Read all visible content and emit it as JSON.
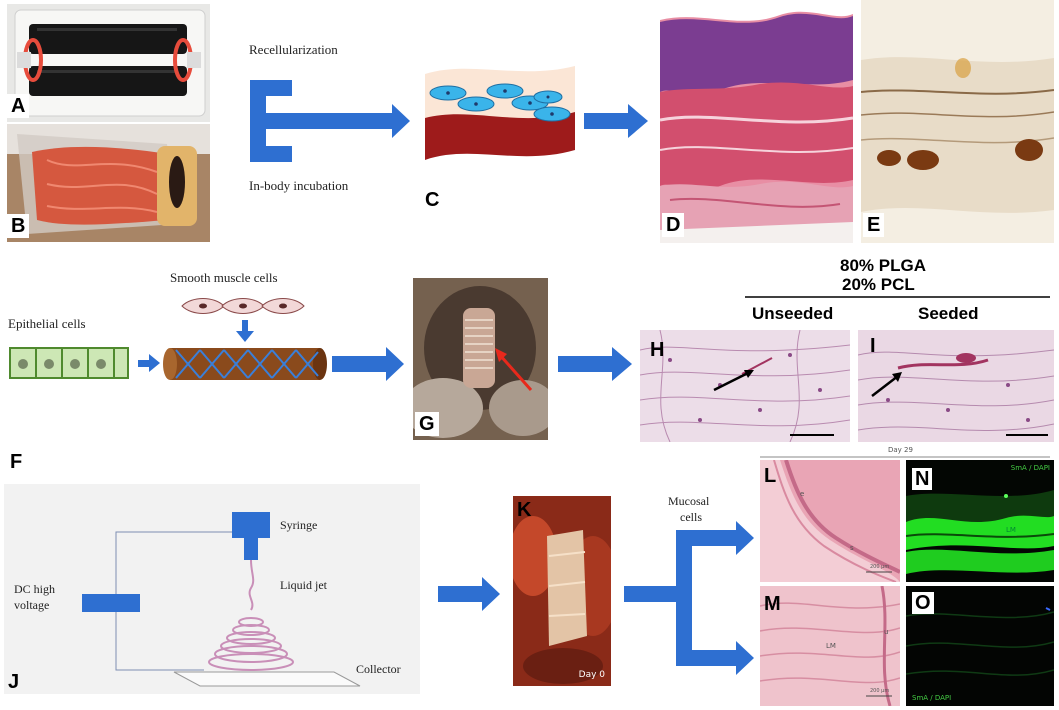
{
  "panel_labels": {
    "a": "A",
    "b": "B",
    "c": "C",
    "d": "D",
    "e": "E",
    "f": "F",
    "g": "G",
    "h": "H",
    "i": "I",
    "j": "J",
    "k": "K",
    "l": "L",
    "m": "M",
    "n": "N",
    "o": "O"
  },
  "row1": {
    "recellularization": "Recellularization",
    "in_body_incubation": "In-body incubation"
  },
  "row2": {
    "smooth_muscle_cells": "Smooth muscle cells",
    "epithelial_cells": "Epithelial cells",
    "plga": "80% PLGA",
    "pcl": "20% PCL",
    "unseeded": "Unseeded",
    "seeded": "Seeded"
  },
  "row3": {
    "syringe": "Syringe",
    "dc_high": "DC high",
    "voltage": "voltage",
    "liquid_jet": "Liquid jet",
    "collector": "Collector",
    "mucosal": "Mucosal",
    "cells": "cells",
    "day0": "Day 0",
    "day29": "Day 29",
    "l_e": "e",
    "l_s": "s",
    "m_lm": "LM",
    "m_u": "u",
    "scale_text": "200 μm",
    "n_stain": "SmA / DAPI",
    "o_stain": "SmA / DAPI",
    "n_lm": "LM"
  },
  "colors": {
    "arrow_blue": "#2e6fd1",
    "he_pink": "#d9607e",
    "he_purple": "#7c3a8f",
    "fluor_green": "#22dd22",
    "tissue_red": "#c0392b"
  }
}
